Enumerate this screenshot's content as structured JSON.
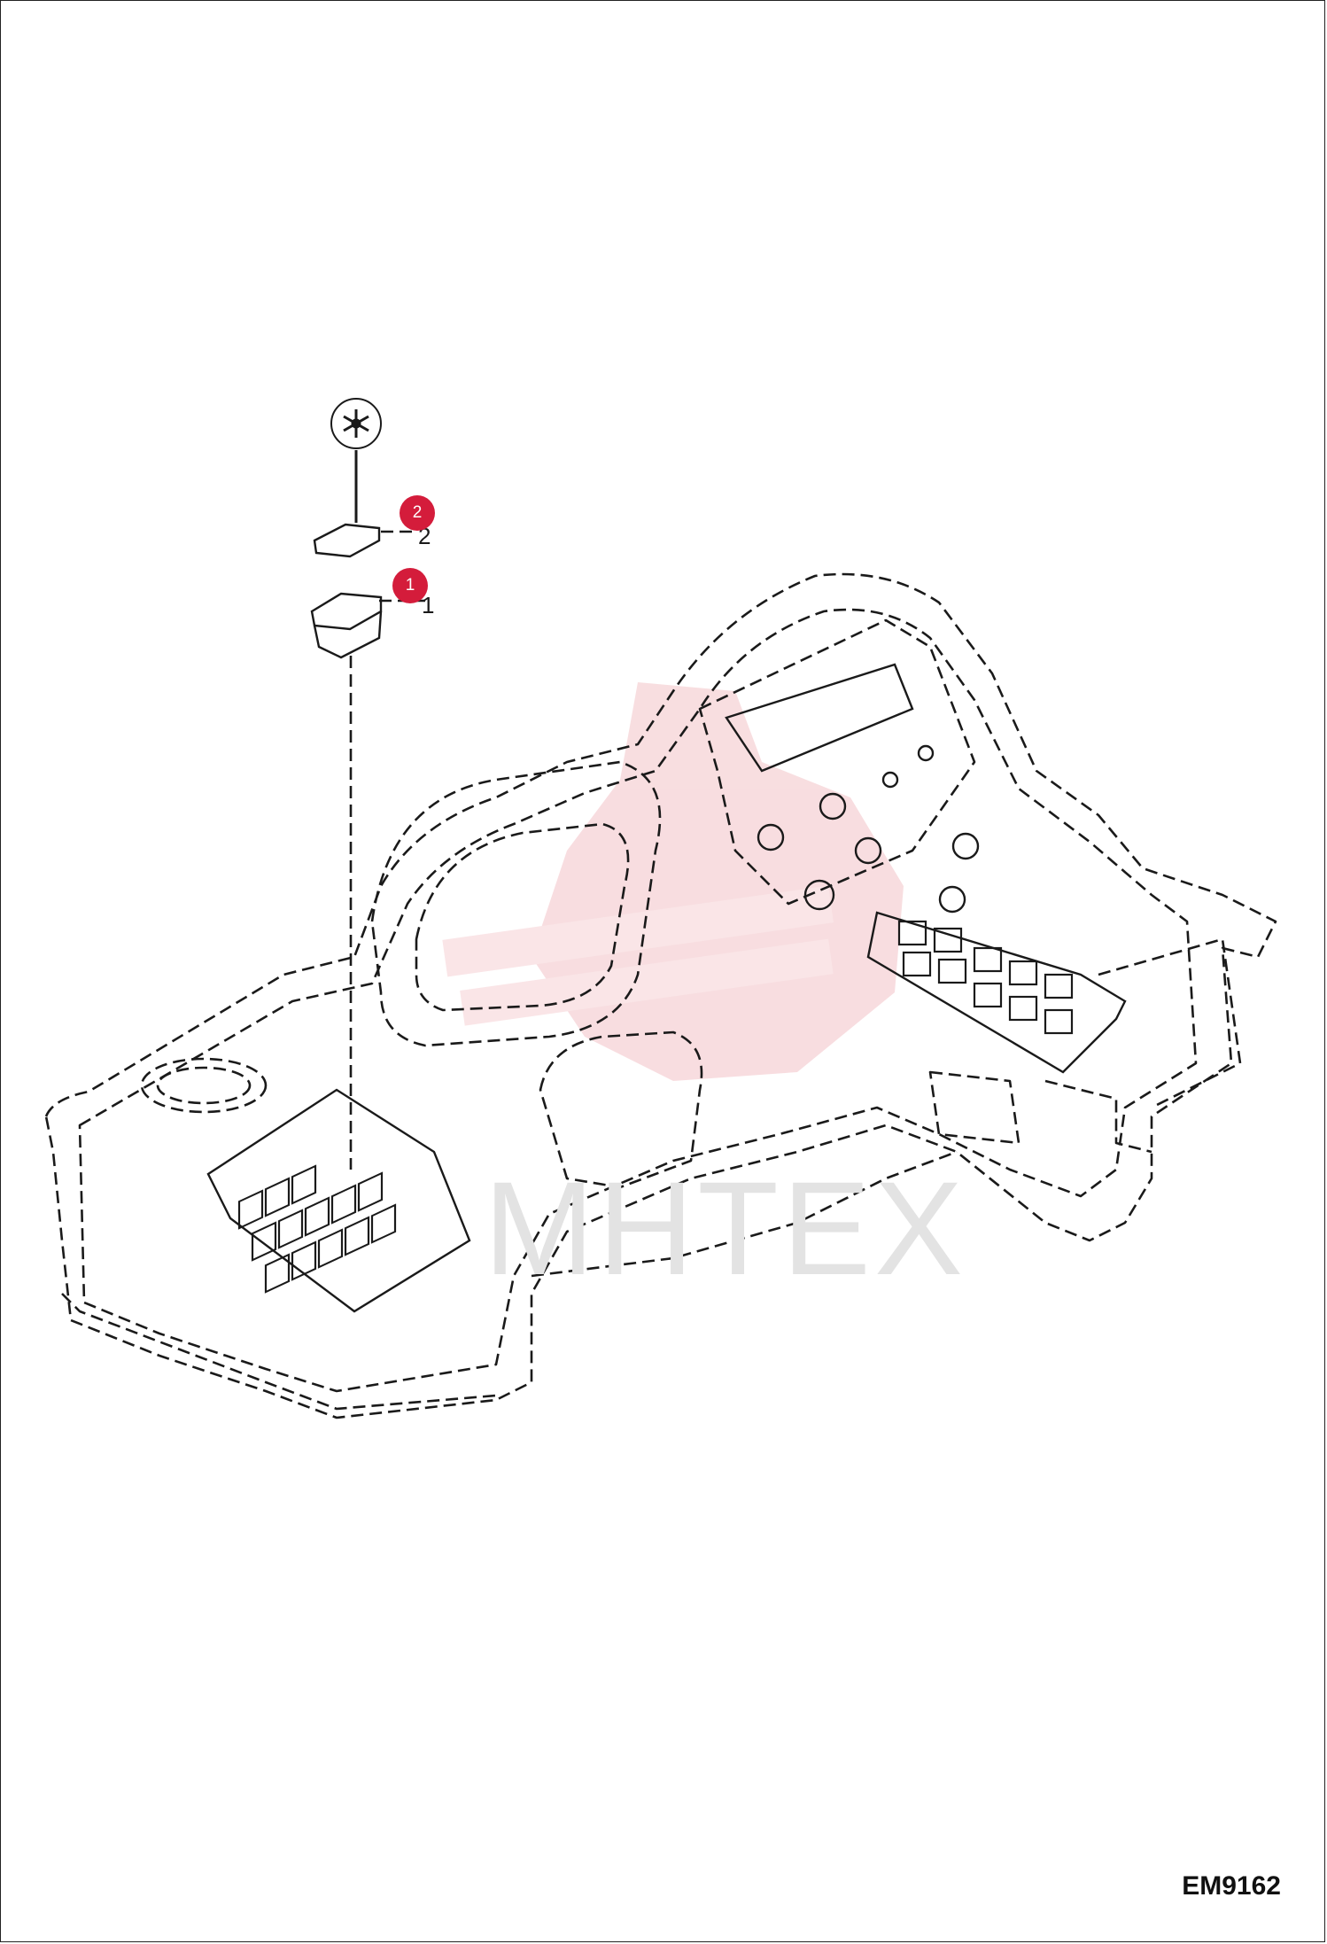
{
  "figure_code": "EM9162",
  "watermark_text": "МНТЕХ",
  "callouts": [
    {
      "label": "1"
    },
    {
      "label": "2"
    }
  ],
  "part_numbers": [
    {
      "label": "1"
    },
    {
      "label": "2"
    }
  ],
  "colors": {
    "callout": "#d41c3b",
    "line": "#1a1a1a",
    "logo": "#f4c8cc",
    "watermark_text": "#e3e3e3"
  },
  "icons": [
    "snowflake-icon"
  ]
}
